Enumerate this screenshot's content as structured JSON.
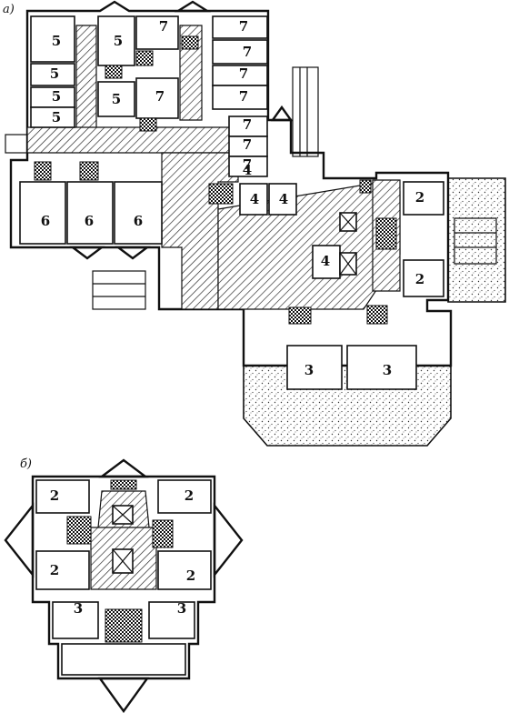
{
  "captions": {
    "a": "а)",
    "b": "б)"
  },
  "plan_a": {
    "labels": [
      "5",
      "5",
      "5",
      "5",
      "5",
      "5",
      "7",
      "7",
      "7",
      "7",
      "7",
      "7",
      "7",
      "7",
      "7",
      "6",
      "6",
      "6",
      "4",
      "4",
      "4",
      "4",
      "2",
      "2",
      "3",
      "3"
    ]
  },
  "plan_b": {
    "labels": [
      "2",
      "2",
      "2",
      "2",
      "3",
      "3"
    ]
  }
}
